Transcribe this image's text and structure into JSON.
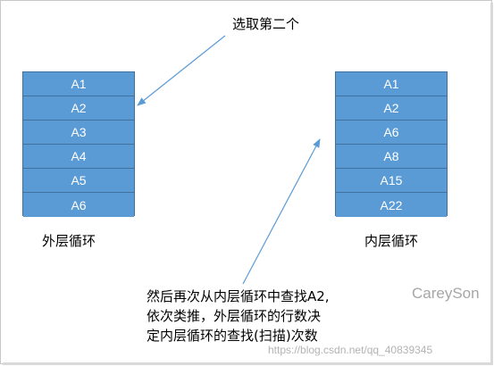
{
  "outer_loop": {
    "items": [
      "A1",
      "A2",
      "A3",
      "A4",
      "A5",
      "A6"
    ],
    "label": "外层循环"
  },
  "inner_loop": {
    "items": [
      "A1",
      "A2",
      "A6",
      "A8",
      "A15",
      "A22"
    ],
    "label": "内层循环"
  },
  "pick_annotation": "选取第二个",
  "note_lines": [
    "然后再次从内层循环中查找A2,",
    "依次类推，外层循环的行数决",
    "定内层循环的查找(扫描)次数"
  ],
  "watermark": {
    "brand": "CareySon",
    "url": "https://blog.csdn.net/qq_40839345"
  },
  "colors": {
    "cell_fill": "#5b9bd5",
    "cell_border": "#41719c",
    "arrow": "#5b9bd5"
  }
}
